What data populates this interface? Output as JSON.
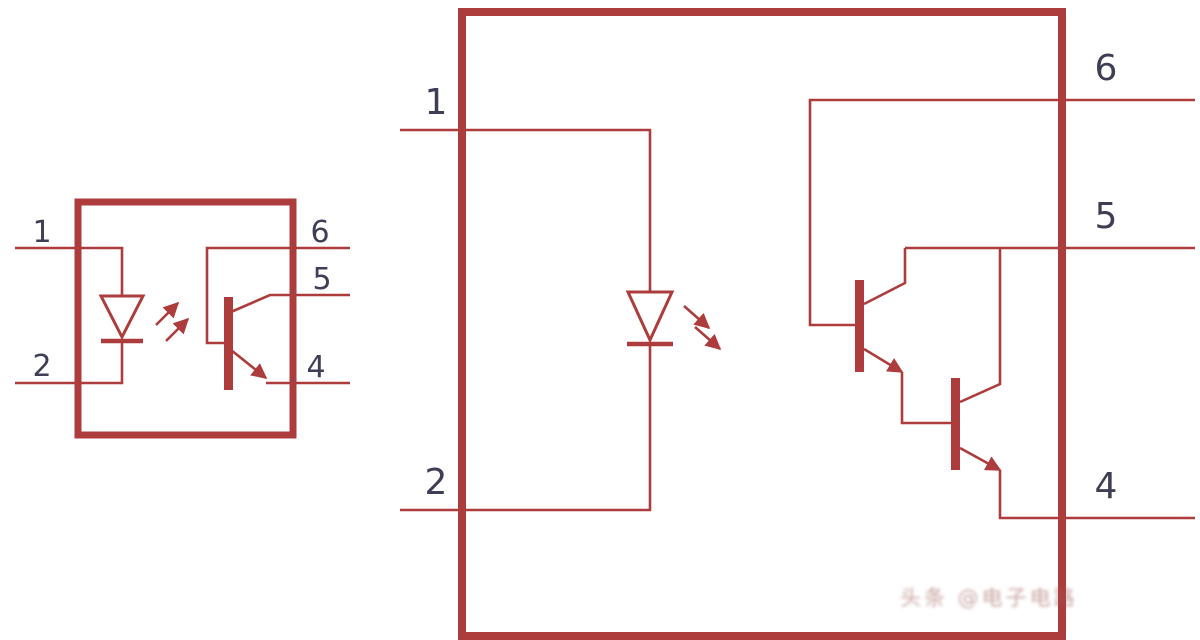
{
  "colors": {
    "line": "#AD3C3C",
    "label": "#3E3E54",
    "bg": "#FFFFFF"
  },
  "left_diagram": {
    "pins": {
      "p1": "1",
      "p2": "2",
      "p4": "4",
      "p5": "5",
      "p6": "6"
    }
  },
  "right_diagram": {
    "pins": {
      "p1": "1",
      "p2": "2",
      "p4": "4",
      "p5": "5",
      "p6": "6"
    }
  },
  "watermark": "头条 @电子电路"
}
